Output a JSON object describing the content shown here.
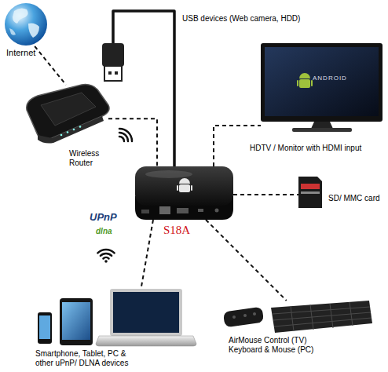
{
  "diagram": {
    "nodes": [
      {
        "text": [
          "Internet"
        ]
      },
      {
        "text": [
          "USB devices (Web camera, HDD)"
        ]
      },
      {
        "text": [
          "ANDROID",
          "HDTV / Monitor with HDMI input"
        ]
      },
      {
        "text": [
          "Wireless Router"
        ]
      },
      {
        "text": [
          "S18A"
        ]
      },
      {
        "text": [
          "SD/ MMC card"
        ]
      },
      {
        "text": [
          "Smartphone, Tablet, PC & other uPnP/ DLNA devices"
        ]
      },
      {
        "text": [
          "AirMouse Control (TV) Keyboard & Mouse (PC)"
        ]
      }
    ],
    "edges": [
      {
        "from": 0,
        "to": 3,
        "arrow": "none"
      },
      {
        "from": 3,
        "to": 4,
        "arrow": "none"
      },
      {
        "from": 1,
        "to": 4,
        "arrow": "none"
      },
      {
        "from": 4,
        "to": 2,
        "arrow": "none"
      },
      {
        "from": 4,
        "to": 5,
        "arrow": "none"
      },
      {
        "from": 4,
        "to": 6,
        "arrow": "none"
      },
      {
        "from": 4,
        "to": 7,
        "arrow": "none"
      }
    ],
    "labels": [
      "UPnP",
      "dlna"
    ]
  }
}
